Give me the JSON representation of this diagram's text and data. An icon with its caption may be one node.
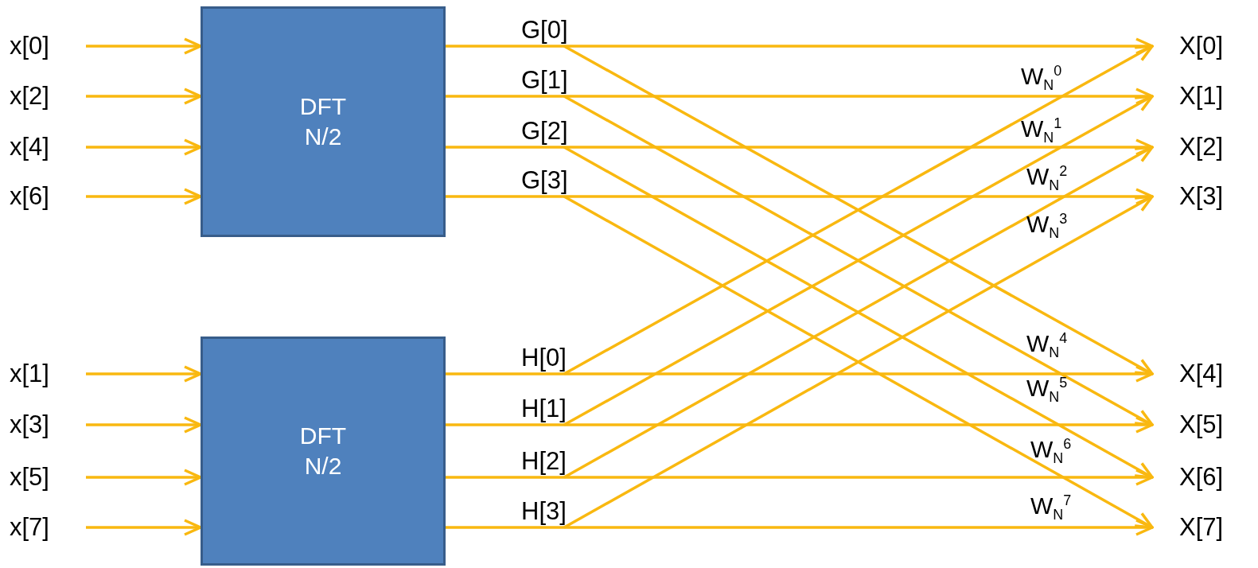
{
  "diagram": {
    "nodes": [
      {
        "text": [
          "x[0]"
        ]
      },
      {
        "text": [
          "x[2]"
        ]
      },
      {
        "text": [
          "x[4]"
        ]
      },
      {
        "text": [
          "x[6]"
        ]
      },
      {
        "text": [
          "DFT N/2"
        ]
      },
      {
        "text": [
          "G[0]"
        ]
      },
      {
        "text": [
          "G[1]"
        ]
      },
      {
        "text": [
          "G[2]"
        ]
      },
      {
        "text": [
          "G[3]"
        ]
      },
      {
        "text": [
          "X[0]"
        ]
      },
      {
        "text": [
          "X[1]"
        ]
      },
      {
        "text": [
          "X[2]"
        ]
      },
      {
        "text": [
          "X[3]"
        ]
      },
      {
        "text": [
          "x[1]"
        ]
      },
      {
        "text": [
          "x[3]"
        ]
      },
      {
        "text": [
          "x[5]"
        ]
      },
      {
        "text": [
          "x[7]"
        ]
      },
      {
        "text": [
          "DFT N/2"
        ]
      },
      {
        "text": [
          "H[0]"
        ]
      },
      {
        "text": [
          "H[1]"
        ]
      },
      {
        "text": [
          "H[2]"
        ]
      },
      {
        "text": [
          "H[3]"
        ]
      },
      {
        "text": [
          "X[4]"
        ]
      },
      {
        "text": [
          "X[5]"
        ]
      },
      {
        "text": [
          "X[6]"
        ]
      },
      {
        "text": [
          "X[7]"
        ]
      }
    ],
    "edges": [
      {
        "from": 0,
        "to": 4,
        "arrow": "to"
      },
      {
        "from": 1,
        "to": 4,
        "arrow": "to"
      },
      {
        "from": 2,
        "to": 4,
        "arrow": "to"
      },
      {
        "from": 3,
        "to": 4,
        "arrow": "to"
      },
      {
        "from": 13,
        "to": 17,
        "arrow": "to"
      },
      {
        "from": 14,
        "to": 17,
        "arrow": "to"
      },
      {
        "from": 15,
        "to": 17,
        "arrow": "to"
      },
      {
        "from": 16,
        "to": 17,
        "arrow": "to"
      },
      {
        "from": 4,
        "to": 9,
        "arrow": "to"
      },
      {
        "from": 4,
        "to": 10,
        "arrow": "to"
      },
      {
        "from": 4,
        "to": 11,
        "arrow": "to"
      },
      {
        "from": 4,
        "to": 12,
        "arrow": "to"
      },
      {
        "from": 17,
        "to": 22,
        "arrow": "to"
      },
      {
        "from": 17,
        "to": 23,
        "arrow": "to"
      },
      {
        "from": 17,
        "to": 24,
        "arrow": "to"
      },
      {
        "from": 17,
        "to": 25,
        "arrow": "to"
      },
      {
        "from": 5,
        "to": 22,
        "arrow": "to"
      },
      {
        "from": 6,
        "to": 23,
        "arrow": "to"
      },
      {
        "from": 7,
        "to": 24,
        "arrow": "to"
      },
      {
        "from": 8,
        "to": 25,
        "arrow": "to"
      },
      {
        "from": 18,
        "to": 9,
        "arrow": "to"
      },
      {
        "from": 19,
        "to": 10,
        "arrow": "to"
      },
      {
        "from": 20,
        "to": 11,
        "arrow": "to"
      },
      {
        "from": 21,
        "to": 12,
        "arrow": "to"
      }
    ],
    "labels": [
      "W$_{N}$$^{0}$",
      "W$_{N}$$^{1}$",
      "W$_{N}$$^{2}$",
      "W$_{N}$$^{3}$",
      "W$_{N}$$^{4}$",
      "W$_{N}$$^{5}$",
      "W$_{N}$$^{6}$",
      "W$_{N}$$^{7}$"
    ]
  }
}
